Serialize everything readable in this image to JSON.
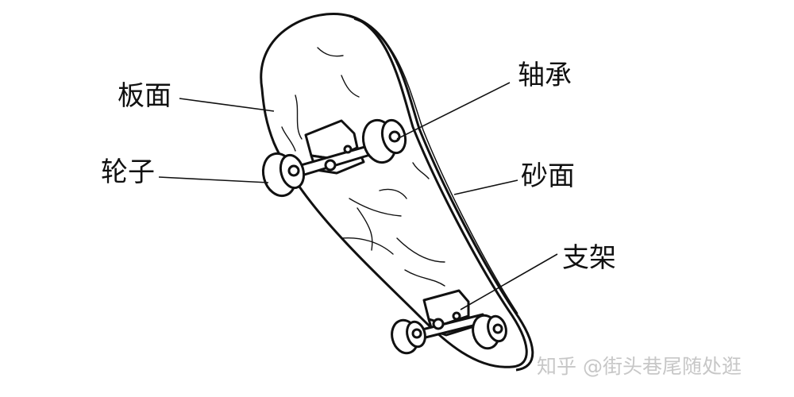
{
  "labels": {
    "deck": "板面",
    "wheels": "轮子",
    "bearing": "轴承",
    "griptape": "砂面",
    "truck": "支架"
  },
  "watermark": "知乎 @街头巷尾随处逛",
  "colors": {
    "ink": "#111111",
    "watermark": "#c7c7c7",
    "background": "#ffffff"
  }
}
